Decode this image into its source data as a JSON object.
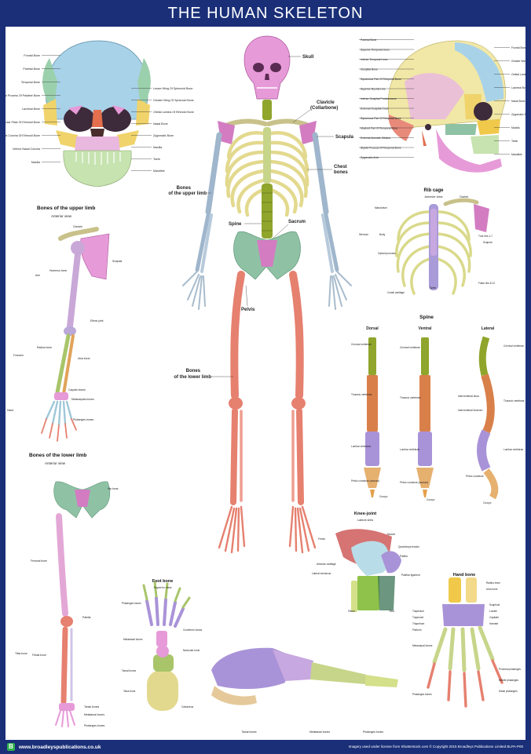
{
  "title": "THE HUMAN SKELETON",
  "footer": {
    "url": "www.broadleyspublications.co.uk",
    "copyright": "Imagery used under license from Shutterstock.com  © Copyright 2015 Broadleys Publications Limited  BLPA-P00",
    "logo": "B"
  },
  "colors": {
    "background": "#1a2f78",
    "bone_red": "#e6806f",
    "rib_yellow": "#e6dc9a",
    "spine_green": "#8fa52c",
    "pelvis_green": "#8fc2a4",
    "arm_blue": "#9fb6cc",
    "skull_magenta": "#e79ad8"
  },
  "skull_front": {
    "labels": [
      "Frontal Bone",
      "Parietal Bone",
      "Temporal Bone",
      "Orbital Process Of Palatine Bone",
      "Lacrimal Bone",
      "Perpendicular Plate Of Ethmoid Bone",
      "Middle Nasal Concha Of Ethmoid Bone",
      "Inferior Nasal Concha",
      "Maxilla",
      "Lesser Wing Of Sphenoid Bone",
      "Greater Wing Of Sphenoid Bone",
      "Orbital Lamina Of Ethmoid Bone",
      "Nasal Bone",
      "Zygomatic Bone",
      "Maxilla",
      "Teeth",
      "Mandible"
    ]
  },
  "skull_side": {
    "labels": [
      "Parietal Bone",
      "Superior Temporal Lines",
      "Inferior Temporal Lines",
      "Occipital Bone",
      "Squamous Part Of Temporal Bone",
      "Superior Nuchal Line",
      "Inferior Occipital Protuberance",
      "External Occipital Crest",
      "Squamous Part Of Temporal Bone",
      "Mastoid Part Of Temporal Bone",
      "External Acoustic Meatus",
      "Styloid Process Of Temporal Bone",
      "Zygomatic Arch",
      "Frontal Bone",
      "Greater Wing Of Sphenoid Bone",
      "Orbital Lamina Of Ethmoid Bone",
      "Lacrimal Bone",
      "Nasal Bone",
      "Zygomatic Bone",
      "Maxilla",
      "Teeth",
      "Mandible"
    ]
  },
  "skeleton": {
    "labels": {
      "skull": "Skull",
      "clavicle": "Clavicle",
      "collarbone": "(Collarbone)",
      "scapula": "Scapula",
      "chest": "Chest",
      "chest2": "bones",
      "upper": "Bones",
      "upper2": "of the upper limb",
      "spine": "Spine",
      "sacrum": "Sacrum",
      "pelvis": "Pelvis",
      "lower": "Bones",
      "lower2": "of the lower limb"
    }
  },
  "upper_limb": {
    "title": "Bones of the upper limb",
    "subtitle": "Anterior view",
    "labels": [
      "Clavicle",
      "Scapula",
      "Arm",
      "Humerus bone",
      "Elbow joint",
      "Forearm",
      "Radius bone",
      "Ulna bone",
      "Carpals bones",
      "Metacarpals bones",
      "Phalanges bones",
      "Hand"
    ]
  },
  "lower_limb": {
    "title": "Bones of the lower limb",
    "subtitle": "Anterior view",
    "labels": [
      "Hip bone",
      "Femoral bone",
      "Patella",
      "Tibia bone",
      "Fibula bone",
      "Tarsal bones",
      "Metatarsal bones",
      "Phalanges bones"
    ]
  },
  "rib_cage": {
    "title": "Rib cage",
    "subtitle": "Anterior view",
    "labels": [
      "Clavicle",
      "Manubrium",
      "Sternum",
      "Body",
      "Xiphoid process",
      "Costal cartilage",
      "Spine",
      "True ribs 1-7",
      "Scapula",
      "False ribs 8-12"
    ]
  },
  "spine": {
    "title": "Spine",
    "views": [
      "Dorsal",
      "Ventral",
      "Lateral"
    ],
    "labels": [
      "Cervical vertebrae",
      "Thoracic vertebrae",
      "Lumbar vertebrae",
      "Pelvic curvature (sacrum)",
      "Coccyx",
      "Cervical vertebrae",
      "Thoracic vertebrae",
      "Lumbar vertebrae",
      "Pelvic curvature (sacrum)",
      "Coccyx",
      "Cervical vertebrae",
      "Intervertebral discs",
      "Thoracic vertebrae",
      "Intervertebral foramen",
      "Lumbar vertebrae",
      "Pelvic curvature",
      "Coccyx"
    ]
  },
  "knee": {
    "title": "Knee-joint",
    "subtitle": "Lateral view",
    "labels": [
      "Femur",
      "Muscle",
      "Quadriceps tendon",
      "Patella",
      "Articular cartilage",
      "Lateral meniscus",
      "Patellar ligament",
      "Tibia",
      "Fibula"
    ]
  },
  "foot_top": {
    "title": "Foot bone",
    "subtitle": "Superior view",
    "labels": [
      "Phalanges bones",
      "Metatarsal bones",
      "Tarsal bones",
      "Cuneiform bones",
      "Navicular bone",
      "Talus bone",
      "Calcaneus"
    ]
  },
  "foot_side": {
    "labels": [
      "Tarsal bones",
      "Metatarsal bones",
      "Phalanges bones"
    ]
  },
  "hand": {
    "title": "Hand bone",
    "labels": [
      "Radius bone",
      "Ulna bone",
      "Scaphoid",
      "Lunate",
      "Trapezium",
      "Trapezoid",
      "Capitate",
      "Hamate",
      "Triquetrum",
      "Pisiform",
      "Metacarpal bones",
      "Phalanges bones",
      "Proximal phalanges",
      "Middle phalanges",
      "Distal phalanges"
    ]
  }
}
